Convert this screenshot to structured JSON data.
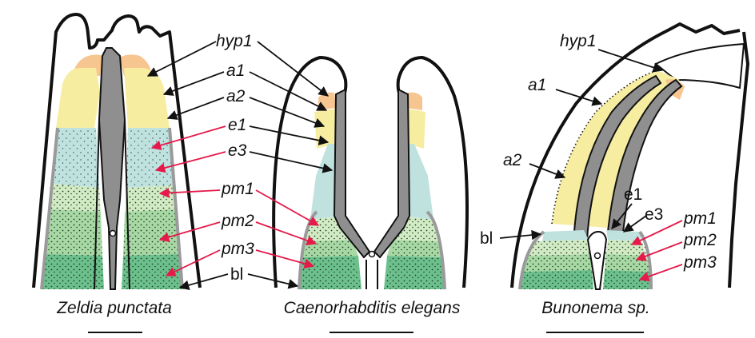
{
  "figure": {
    "panels": [
      {
        "caption": "Zeldia punctata",
        "labels": [
          "hyp1",
          "a1",
          "a2",
          "e1",
          "e3",
          "pm1",
          "pm2",
          "pm3",
          "bl"
        ]
      },
      {
        "caption": "Caenorhabditis elegans",
        "labels": []
      },
      {
        "caption": "Bunonema sp.",
        "labels": [
          "hyp1",
          "a1",
          "a2",
          "e1",
          "e3",
          "pm1",
          "pm2",
          "pm3",
          "bl"
        ]
      }
    ],
    "colors": {
      "hyp1": "#f7c58f",
      "arcade": "#f6eda1",
      "epithelial": "#bfe2df",
      "pm1": "#d3ebc4",
      "pm2": "#a8d9a4",
      "pm3": "#6cc08c",
      "lumen": "#8f8f8f",
      "basal_lamina": "#9a9a9a",
      "red_arrow": "#e5194a",
      "black_arrow": "#111111"
    },
    "scale_bars": 3
  }
}
